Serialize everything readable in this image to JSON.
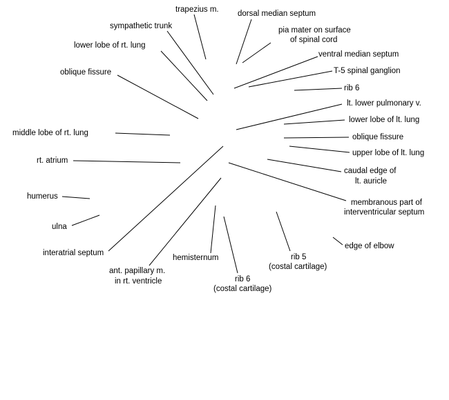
{
  "labels": {
    "trapezius": [
      "trapezius m."
    ],
    "dorsal_median_septum": [
      "dorsal median septum"
    ],
    "sympathetic_trunk": [
      "sympathetic trunk"
    ],
    "pia_mater": [
      "pia mater on surface",
      "of spinal cord"
    ],
    "lower_lobe_rt_lung": [
      "lower lobe of rt. lung"
    ],
    "ventral_median_septum": [
      "ventral median septum"
    ],
    "oblique_fissure_rt": [
      "oblique fissure"
    ],
    "t5_spinal_ganglion": [
      "T-5 spinal ganglion"
    ],
    "rib6_lt": [
      "rib 6"
    ],
    "lt_lower_pulmonary_v": [
      "lt. lower pulmonary v."
    ],
    "lower_lobe_lt_lung": [
      "lower lobe of lt. lung"
    ],
    "middle_lobe_rt_lung": [
      "middle lobe of rt. lung"
    ],
    "oblique_fissure_lt": [
      "oblique fissure"
    ],
    "upper_lobe_lt_lung": [
      "upper lobe of lt. lung"
    ],
    "rt_atrium": [
      "rt. atrium"
    ],
    "caudal_edge_lt_auricle": [
      "caudal edge of",
      "lt. auricle"
    ],
    "humerus": [
      "humerus"
    ],
    "membranous_septum": [
      "membranous part of",
      "interventricular septum"
    ],
    "ulna": [
      "ulna"
    ],
    "edge_of_elbow": [
      "edge of elbow"
    ],
    "interatrial_septum": [
      "interatrial septum"
    ],
    "hemisternum": [
      "hemisternum"
    ],
    "rib5_costal": [
      "rib 5",
      "(costal cartilage)"
    ],
    "ant_papillary_m": [
      "ant. papillary m.",
      "in rt. ventricle"
    ],
    "rib6_costal": [
      "rib 6",
      "(costal cartilage)"
    ]
  }
}
